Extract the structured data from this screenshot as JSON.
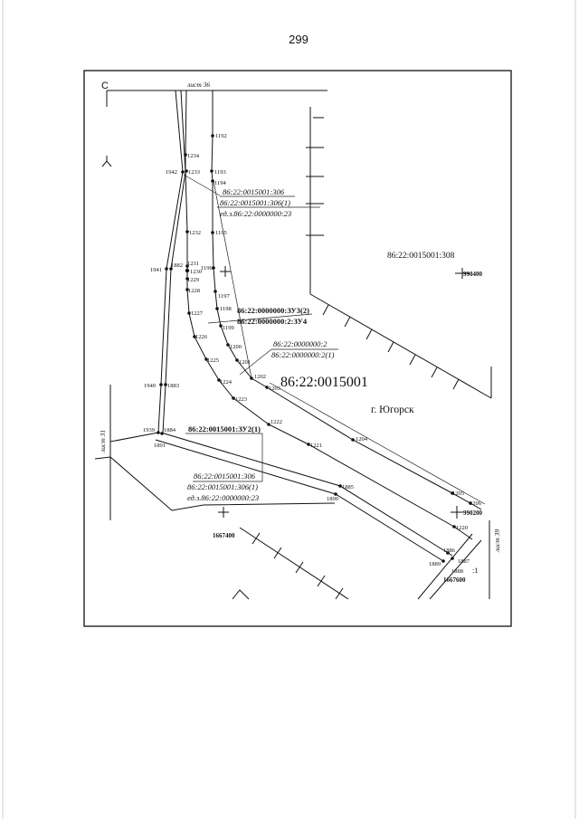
{
  "page_number": "299",
  "map": {
    "north": "С",
    "sheets": {
      "top": "лист 36",
      "left": "лист 31",
      "right": "лист 39"
    },
    "parcels": {
      "top_306": "86:22:0015001:306",
      "top_306_1": "86:22:0015001:306(1)",
      "top_ez23": "ед.з.86:22:0000000:23",
      "p308": "86:22:0015001:308",
      "zu3_2": "86:22:0000000:ЗУ3(2)",
      "zu4": "86:22:0000000:2:ЗУ4",
      "p2": "86:22:0000000:2",
      "p2_1": "86:22:0000000:2(1)",
      "quarter": "86:22:0015001",
      "zu2_1": "86:22:0015001:ЗУ2(1)",
      "bottom_306": "86:22:0015001:306",
      "bottom_306_1": "86:22:0015001:306(1)",
      "bottom_ez23": "ед.з.86:22:0000000:23"
    },
    "city": "г. Югорск",
    "grid_coords": [
      "990400",
      "990200",
      "1667400",
      "1667600"
    ],
    "scale_fragment": ":1",
    "points": [
      "1192",
      "1234",
      "1942",
      "1233",
      "1193",
      "1194",
      "1232",
      "1195",
      "1941",
      "1882",
      "1231",
      "1230",
      "1196",
      "1229",
      "1228",
      "1197",
      "1198",
      "1227",
      "1199",
      "1226",
      "1200",
      "1225",
      "1201",
      "1224",
      "1202",
      "1203",
      "1940",
      "1883",
      "1223",
      "1222",
      "1939",
      "1884",
      "1891",
      "1221",
      "1204",
      "1885",
      "1890",
      "1205",
      "1206",
      "1220",
      "1886",
      "1887",
      "1889",
      "1888"
    ]
  }
}
